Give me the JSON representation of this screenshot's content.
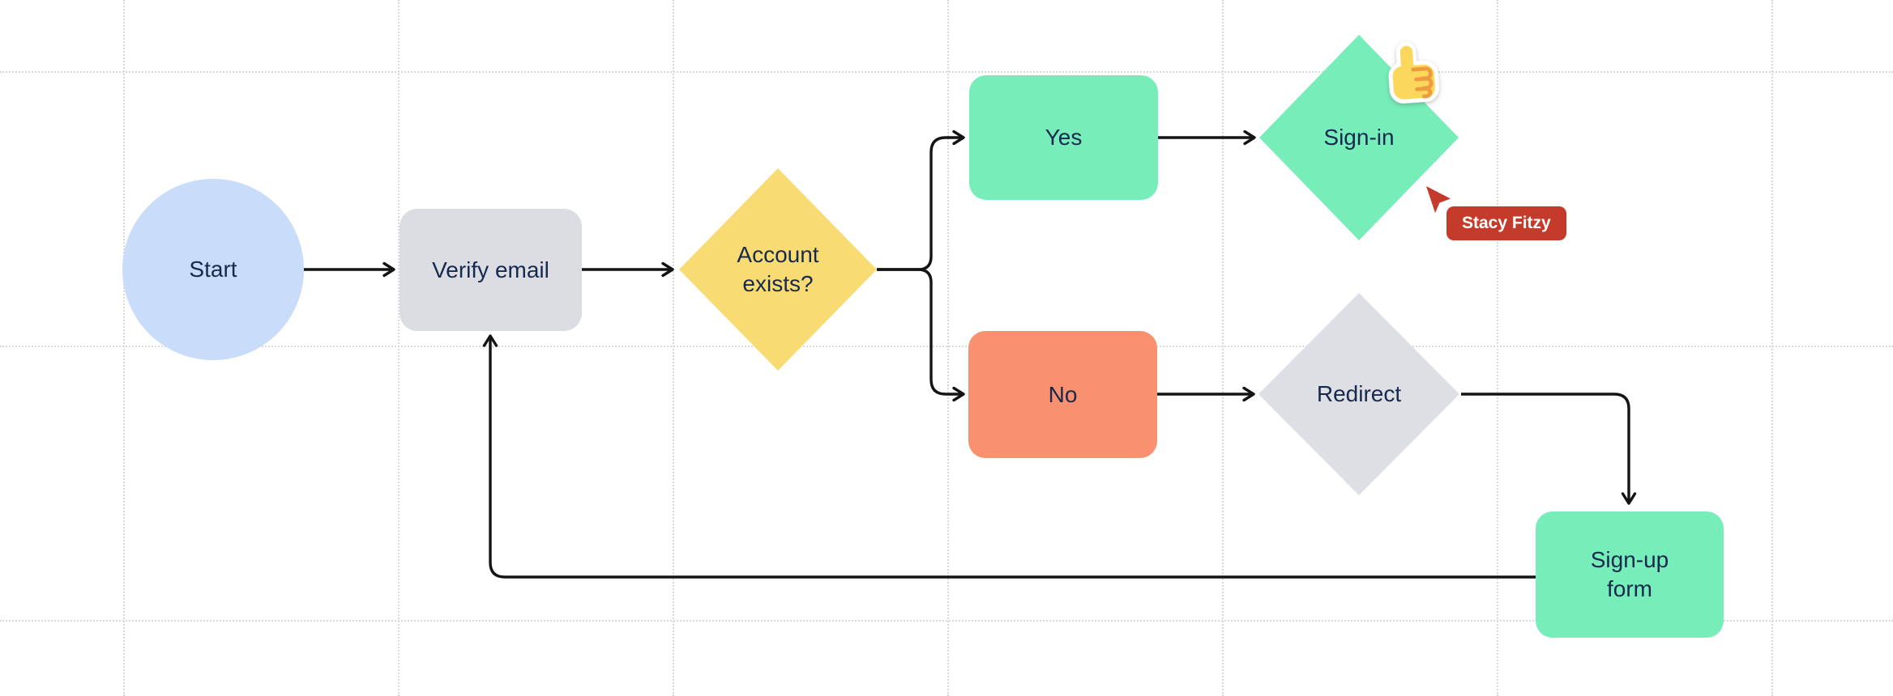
{
  "canvas": {
    "background": "#ffffff",
    "grid_dot_color": "#d8d9de",
    "connector_color": "#141414",
    "node_text_color": "#16294e"
  },
  "nodes": [
    {
      "id": "start",
      "shape": "circle",
      "label": "Start",
      "fill": "#c9dcf9"
    },
    {
      "id": "verify-email",
      "shape": "rounded-rect",
      "label": "Verify email",
      "fill": "#dbdde3"
    },
    {
      "id": "account-exists",
      "shape": "diamond",
      "label": "Account exists?",
      "fill": "#f8dc73"
    },
    {
      "id": "yes",
      "shape": "rounded-rect",
      "label": "Yes",
      "fill": "#77eeb9"
    },
    {
      "id": "no",
      "shape": "rounded-rect",
      "label": "No",
      "fill": "#f9906f"
    },
    {
      "id": "sign-in",
      "shape": "diamond",
      "label": "Sign-in",
      "fill": "#77eeb9"
    },
    {
      "id": "redirect",
      "shape": "diamond",
      "label": "Redirect",
      "fill": "#dedfe5"
    },
    {
      "id": "sign-up-form",
      "shape": "rounded-rect",
      "label": "Sign-up form",
      "fill": "#77eeb9"
    }
  ],
  "edges": [
    {
      "from": "start",
      "to": "verify-email"
    },
    {
      "from": "verify-email",
      "to": "account-exists"
    },
    {
      "from": "account-exists",
      "to": "yes"
    },
    {
      "from": "account-exists",
      "to": "no"
    },
    {
      "from": "yes",
      "to": "sign-in"
    },
    {
      "from": "no",
      "to": "redirect"
    },
    {
      "from": "redirect",
      "to": "sign-up-form"
    },
    {
      "from": "sign-up-form",
      "to": "verify-email"
    }
  ],
  "sticker": {
    "name": "thumbs-up",
    "hand_color": "#fbd75c",
    "line_color": "#ef9a3f"
  },
  "collaborator": {
    "name": "Stacy Fitzy",
    "color": "#c43a2b",
    "text_color": "#ffffff"
  }
}
